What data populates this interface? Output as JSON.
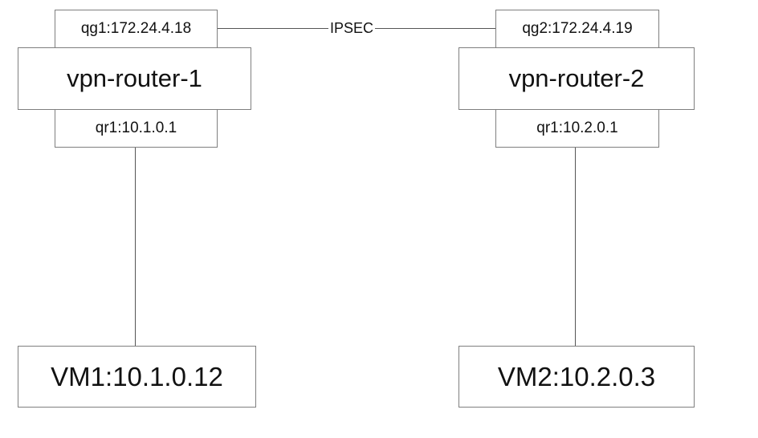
{
  "link": {
    "label": "IPSEC"
  },
  "left": {
    "gateway_port": "qg1:172.24.4.18",
    "router": "vpn-router-1",
    "internal_port": "qr1:10.1.0.1",
    "vm": "VM1:10.1.0.12"
  },
  "right": {
    "gateway_port": "qg2:172.24.4.19",
    "router": "vpn-router-2",
    "internal_port": "qr1:10.2.0.1",
    "vm": "VM2:10.2.0.3"
  },
  "colors": {
    "border": "#7f7f7f",
    "line": "#555555",
    "text": "#111111",
    "background": "#ffffff"
  }
}
